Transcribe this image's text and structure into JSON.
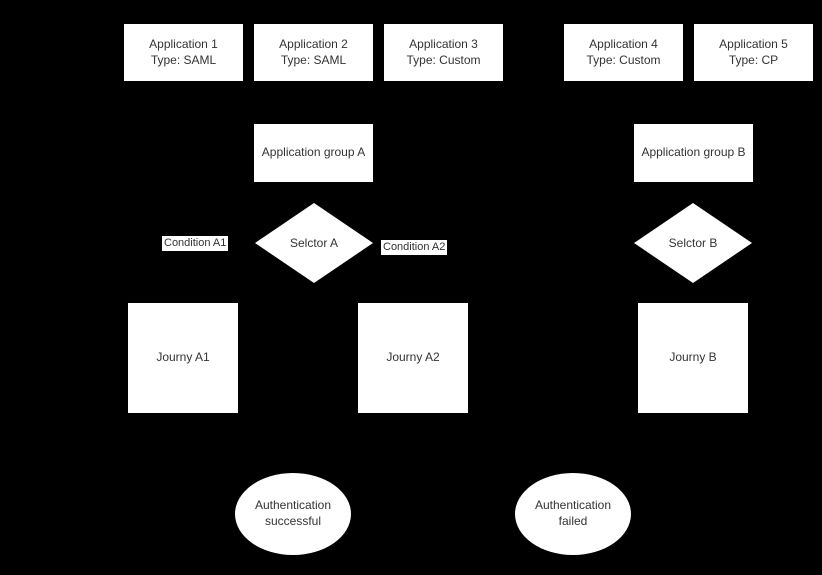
{
  "diagram": {
    "background_color": "#000000",
    "shape_fill_color": "#ffffff",
    "text_color": "#333333",
    "applications": [
      {
        "name": "Application 1",
        "type_label": "Type: SAML"
      },
      {
        "name": "Application 2",
        "type_label": "Type: SAML"
      },
      {
        "name": "Application 3",
        "type_label": "Type: Custom"
      },
      {
        "name": "Application 4",
        "type_label": "Type: Custom"
      },
      {
        "name": "Application 5",
        "type_label": "Type: CP"
      }
    ],
    "groups": [
      {
        "label": "Application group A"
      },
      {
        "label": "Application group B"
      }
    ],
    "selectors": [
      {
        "label": "Selctor A"
      },
      {
        "label": "Selctor B"
      }
    ],
    "conditions": [
      {
        "label": "Condition A1"
      },
      {
        "label": "Condition A2"
      }
    ],
    "journeys": [
      {
        "label": "Journy A1"
      },
      {
        "label": "Journy A2"
      },
      {
        "label": "Journy B"
      }
    ],
    "outcomes": [
      {
        "label": "Authentication successful"
      },
      {
        "label": "Authentication failed"
      }
    ]
  }
}
